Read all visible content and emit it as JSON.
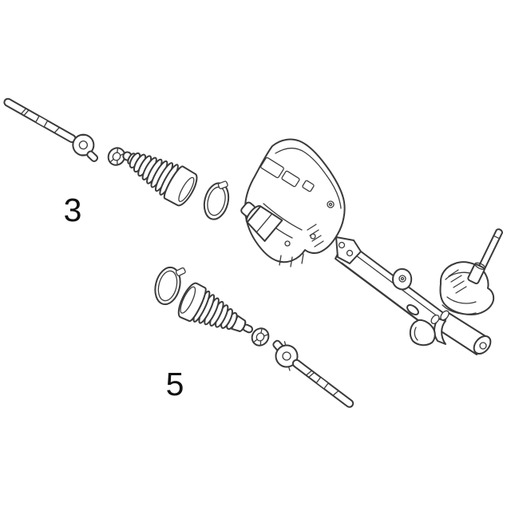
{
  "diagram": {
    "kind": "exploded-parts-line-drawing",
    "background_color": "#ffffff",
    "line_color": "#3a3a3a",
    "label_color": "#111111",
    "callouts": [
      {
        "text": "3"
      },
      {
        "text": "5"
      }
    ]
  }
}
